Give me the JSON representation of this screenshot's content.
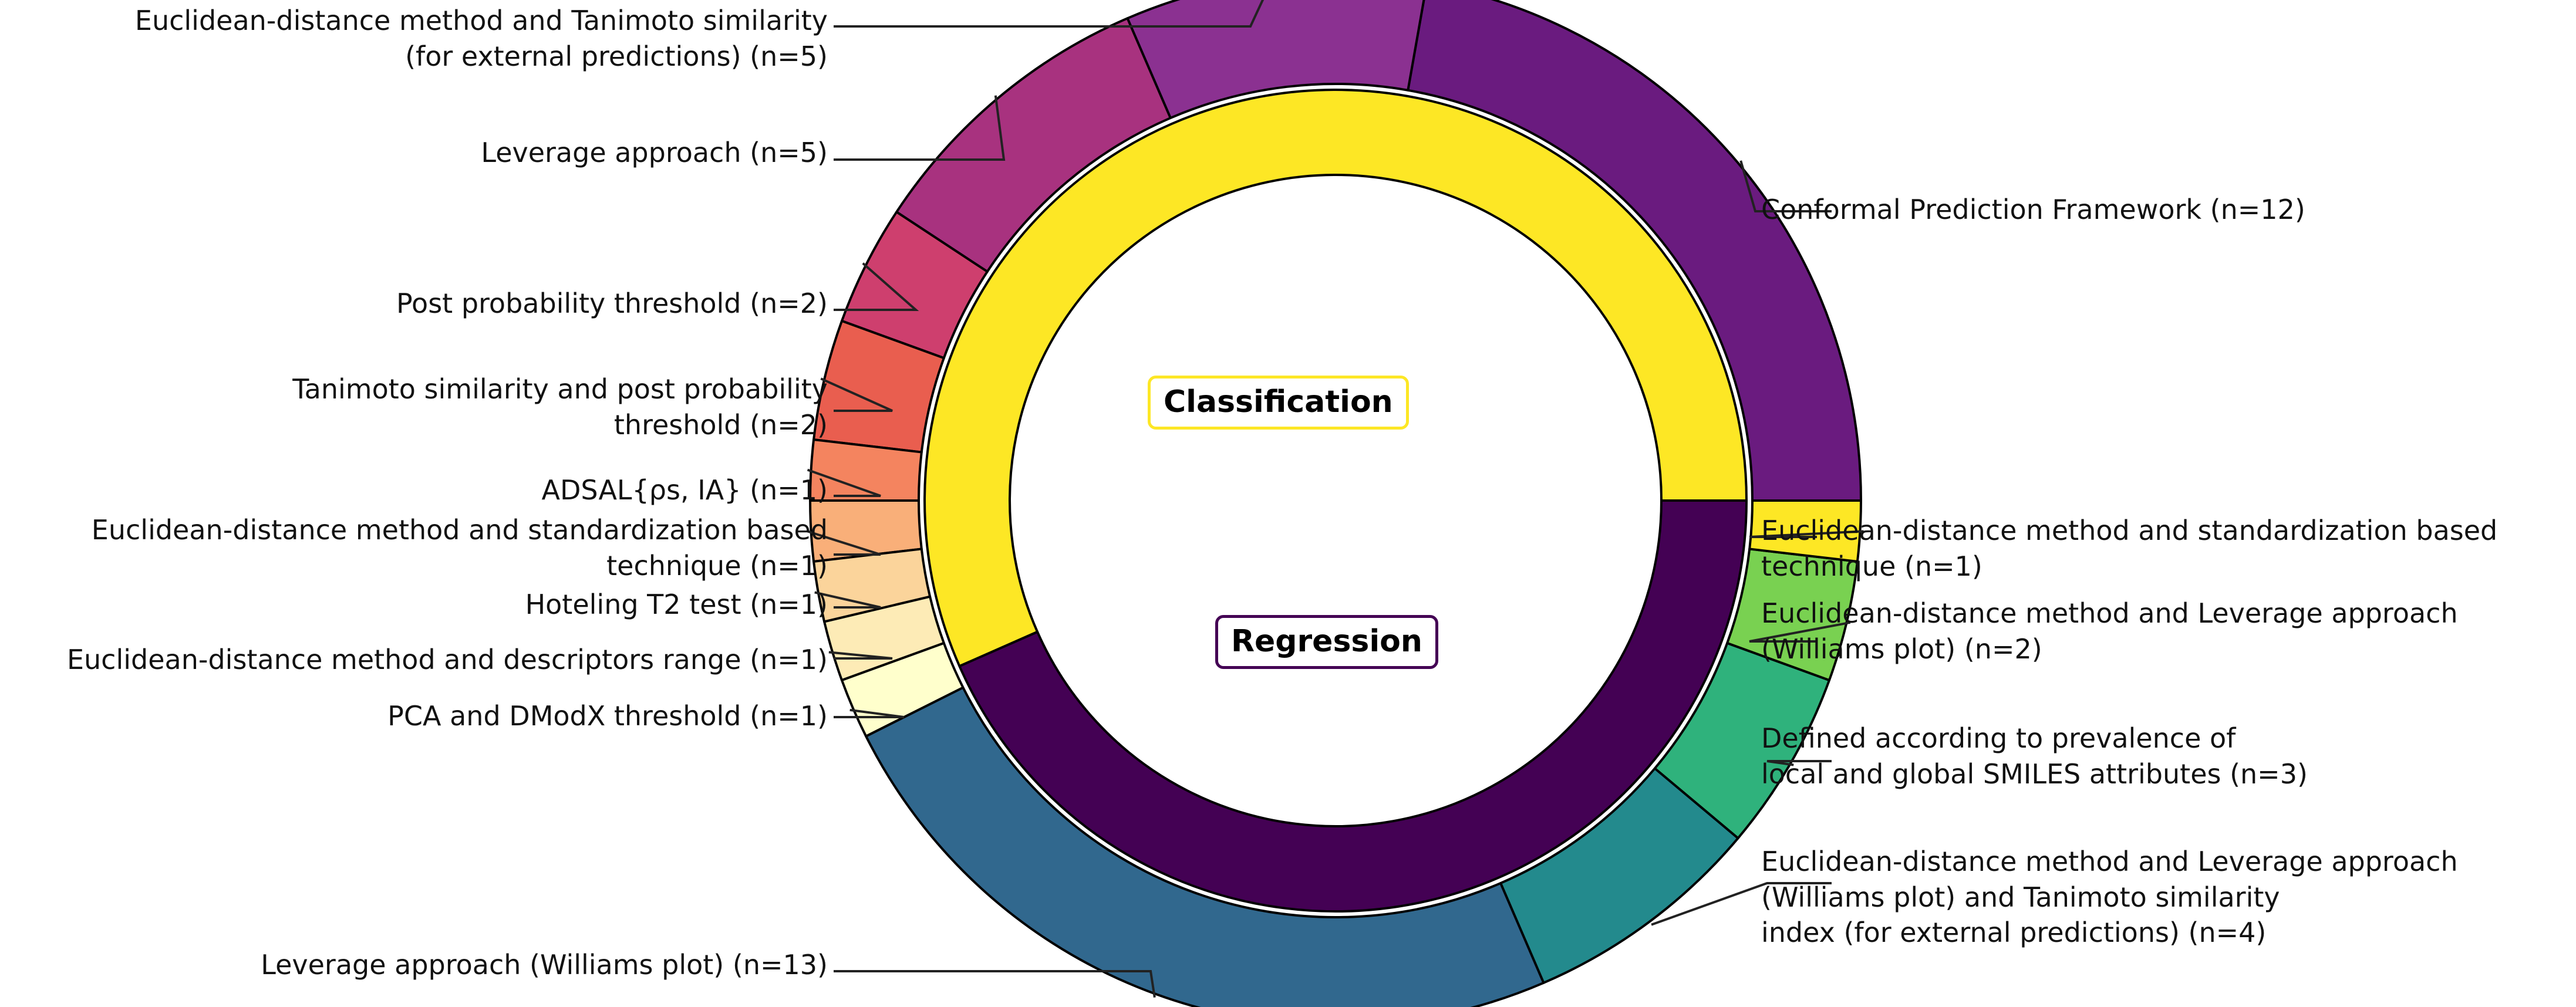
{
  "figure": {
    "type": "sunburst-donut",
    "background": "#ffffff",
    "wedge_edge_color": "#000000",
    "center_labels": [
      {
        "id": "classification",
        "text": "Classification",
        "border_color": "#FDE725",
        "text_color": "#000000"
      },
      {
        "id": "regression",
        "text": "Regression",
        "border_color": "#440154",
        "text_color": "#000000"
      }
    ]
  },
  "chart_data": {
    "type": "pie",
    "title": "",
    "subtitle": "",
    "xlabel": "",
    "ylabel": "",
    "legend_position": "callout-labels",
    "grid": false,
    "start_angle_deg": 0,
    "direction": "counterclockwise",
    "inner": {
      "name": "Model task",
      "categories": [
        "Classification",
        "Regression"
      ],
      "values": [
        30,
        23
      ],
      "colors": [
        "#FDE725",
        "#440154"
      ],
      "labels": [
        "Classification",
        "Regression"
      ]
    },
    "outer": {
      "name": "Applicability domain method",
      "categories": [
        "Conformal Prediction Framework",
        "Euclidean-distance method and Tanimoto similarity (for external predictions)",
        "Leverage approach",
        "Post probability threshold",
        "Tanimoto similarity and post probability threshold",
        "ADSAL{ρs, IA}",
        "Euclidean-distance method and standardization based technique",
        "Hoteling T2 test",
        "Euclidean-distance method and descriptors range",
        "PCA and DModX threshold",
        "Leverage approach (Williams plot)",
        "Euclidean-distance method and Leverage approach (Williams plot) and Tanimoto similarity index (for external predictions)",
        "Defined according to prevalence of local and global SMILES attributes",
        "Euclidean-distance method and Leverage approach (Williams plot)",
        "Euclidean-distance method and standardization based technique"
      ],
      "values": [
        12,
        5,
        5,
        2,
        2,
        1,
        1,
        1,
        1,
        1,
        13,
        4,
        3,
        2,
        1
      ],
      "parents": [
        "Classification",
        "Classification",
        "Classification",
        "Classification",
        "Classification",
        "Classification",
        "Classification",
        "Classification",
        "Classification",
        "Classification",
        "Regression",
        "Regression",
        "Regression",
        "Regression",
        "Regression"
      ],
      "colors": [
        "#6A1B7F",
        "#8B3191",
        "#A8327F",
        "#CE3F6E",
        "#E95E4F",
        "#F4845F",
        "#F9AF79",
        "#FBD49B",
        "#FDEBB6",
        "#FFFFCC",
        "#31688E",
        "#238A8D",
        "#2FB27C",
        "#79D151",
        "#FDE725"
      ]
    }
  },
  "callouts": {
    "left": [
      {
        "id": "euclid-tanimoto-ext",
        "text": "Euclidean-distance method and Tanimoto similarity\n(for external predictions) (n=5)",
        "value": 5
      },
      {
        "id": "leverage-approach",
        "text": "Leverage approach (n=5)",
        "value": 5
      },
      {
        "id": "post-prob-threshold",
        "text": "Post probability threshold (n=2)",
        "value": 2
      },
      {
        "id": "tanimoto-post-prob",
        "text": "Tanimoto similarity and post probability\nthreshold (n=2)",
        "value": 2
      },
      {
        "id": "adsal",
        "text": "ADSAL{ρs, IA} (n=1)",
        "value": 1
      },
      {
        "id": "euclid-standardization-cls",
        "text": "Euclidean-distance method and standardization based\ntechnique (n=1)",
        "value": 1
      },
      {
        "id": "hoteling-t2",
        "text": "Hoteling T2 test (n=1)",
        "value": 1
      },
      {
        "id": "euclid-descriptors-range",
        "text": "Euclidean-distance method and descriptors range (n=1)",
        "value": 1
      },
      {
        "id": "pca-dmodx",
        "text": "PCA and DModX threshold (n=1)",
        "value": 1
      },
      {
        "id": "leverage-williams",
        "text": "Leverage approach (Williams plot) (n=13)",
        "value": 13
      }
    ],
    "right": [
      {
        "id": "conformal-prediction",
        "text": "Conformal Prediction Framework (n=12)",
        "value": 12
      },
      {
        "id": "euclid-standardization-reg",
        "text": "Euclidean-distance method and standardization based\ntechnique (n=1)",
        "value": 1
      },
      {
        "id": "euclid-leverage-williams",
        "text": "Euclidean-distance method and Leverage approach\n(Williams plot) (n=2)",
        "value": 2
      },
      {
        "id": "smiles-prevalence",
        "text": "Defined according to prevalence of\nlocal and global SMILES attributes (n=3)",
        "value": 3
      },
      {
        "id": "euclid-leverage-tanimoto",
        "text": "Euclidean-distance method and Leverage approach\n(Williams plot) and Tanimoto similarity\nindex (for external predictions) (n=4)",
        "value": 4
      }
    ]
  }
}
